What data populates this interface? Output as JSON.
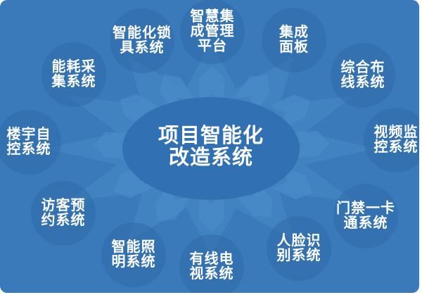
{
  "diagram": {
    "type": "radial-hub-diagram",
    "center": {
      "title": "项目智能化改造系统",
      "lines": [
        "项目智能化",
        "改造系统"
      ]
    },
    "satellites": [
      {
        "label": "智慧集成管理平台",
        "lines": [
          "智慧集",
          "成管理",
          "平台"
        ]
      },
      {
        "label": "集成面板",
        "lines": [
          "集成",
          "面板"
        ]
      },
      {
        "label": "综合布线系统",
        "lines": [
          "综合布",
          "线系统"
        ]
      },
      {
        "label": "视频监控系统",
        "lines": [
          "视频监",
          "控系统"
        ]
      },
      {
        "label": "门禁一卡通系统",
        "lines": [
          "门禁一卡",
          "通系统"
        ]
      },
      {
        "label": "人脸识别系统",
        "lines": [
          "人脸识",
          "别系统"
        ]
      },
      {
        "label": "有线电视系统",
        "lines": [
          "有线电",
          "视系统"
        ]
      },
      {
        "label": "智能照明系统",
        "lines": [
          "智能照",
          "明系统"
        ]
      },
      {
        "label": "访客预约系统",
        "lines": [
          "访客预",
          "约系统"
        ]
      },
      {
        "label": "楼宇自控系统",
        "lines": [
          "楼宇自",
          "控系统"
        ]
      },
      {
        "label": "能耗采集系统",
        "lines": [
          "能耗采",
          "集系统"
        ]
      },
      {
        "label": "智能化锁具系统",
        "lines": [
          "智能化锁",
          "具系统"
        ]
      }
    ],
    "colors": {
      "background": "#3a7abb",
      "center_ellipse": "#3171b3",
      "satellite_circle": "#2c65a4",
      "decoration_light": "#4c8dc9",
      "text": "#ffffff"
    }
  }
}
